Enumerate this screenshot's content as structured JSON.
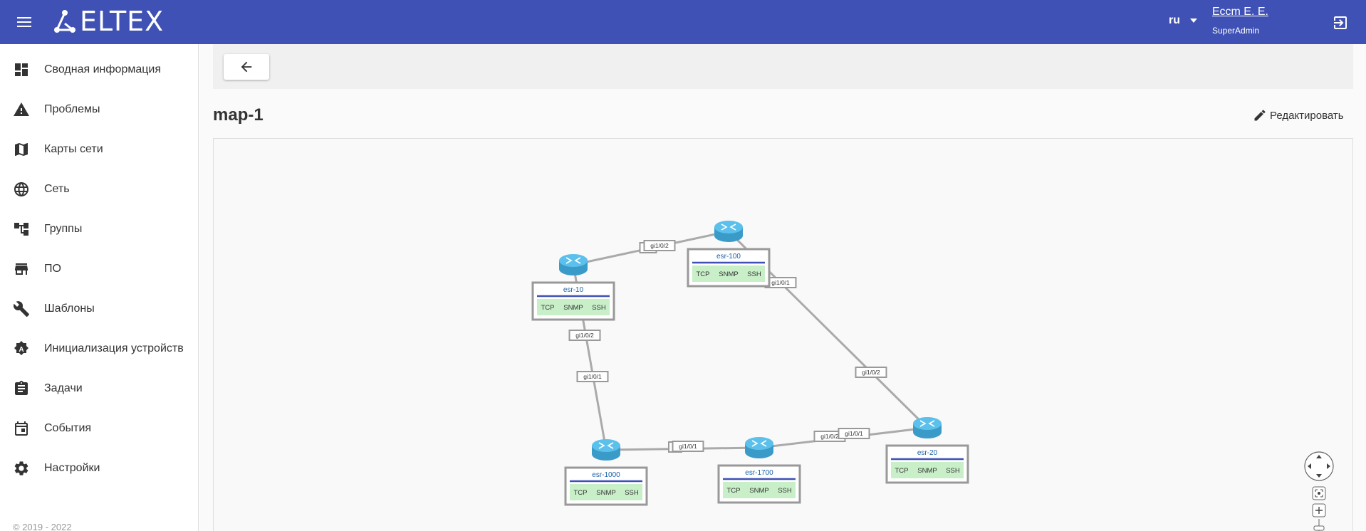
{
  "header": {
    "logo_text": "ELTEX",
    "language": "ru",
    "user_name": "Есcm Е. Е.",
    "user_role": "SuperAdmin"
  },
  "sidebar": {
    "items": [
      {
        "label": "Сводная информация",
        "icon": "dashboard-icon"
      },
      {
        "label": "Проблемы",
        "icon": "warning-icon"
      },
      {
        "label": "Карты сети",
        "icon": "map-icon"
      },
      {
        "label": "Сеть",
        "icon": "globe-icon"
      },
      {
        "label": "Группы",
        "icon": "groups-icon"
      },
      {
        "label": "ПО",
        "icon": "store-icon"
      },
      {
        "label": "Шаблоны",
        "icon": "wrench-icon"
      },
      {
        "label": "Инициализация устройств",
        "icon": "auto-init-icon"
      },
      {
        "label": "Задачи",
        "icon": "clipboard-icon"
      },
      {
        "label": "События",
        "icon": "calendar-icon"
      },
      {
        "label": "Настройки",
        "icon": "gear-icon"
      }
    ],
    "copyright": "© 2019 - 2022"
  },
  "page": {
    "title": "map-1",
    "edit_label": "Редактировать"
  },
  "map": {
    "devices": [
      {
        "id": "esr-10",
        "name": "esr-10",
        "services": [
          "TCP",
          "SNMP",
          "SSH"
        ]
      },
      {
        "id": "esr-100",
        "name": "esr-100",
        "services": [
          "TCP",
          "SNMP",
          "SSH"
        ]
      },
      {
        "id": "esr-20",
        "name": "esr-20",
        "services": [
          "TCP",
          "SNMP",
          "SSH"
        ]
      },
      {
        "id": "esr-1000",
        "name": "esr-1000",
        "services": [
          "TCP",
          "SNMP",
          "SSH"
        ]
      },
      {
        "id": "esr-1700",
        "name": "esr-1700",
        "services": [
          "TCP",
          "SNMP",
          "SSH"
        ]
      }
    ],
    "links": [
      {
        "from": "esr-10",
        "to": "esr-100",
        "from_port": "gi1",
        "to_port": "gi1/0/2"
      },
      {
        "from": "esr-100",
        "to": "esr-20",
        "from_port": "gi1/0/1",
        "to_port": "gi1/0/2"
      },
      {
        "from": "esr-10",
        "to": "esr-1000",
        "from_port": "gi1/0/2",
        "to_port": "gi1/0/1"
      },
      {
        "from": "esr-1000",
        "to": "esr-1700",
        "from_port": "gi",
        "to_port": "gi1/0/1"
      },
      {
        "from": "esr-1700",
        "to": "esr-20",
        "from_port": "gi1/0/2",
        "to_port": "gi1/0/1"
      }
    ],
    "colors": {
      "router": "#5bc0eb",
      "link": "#aaaaaa",
      "service_bg": "#c8efc8",
      "name_text": "#1a5fa8",
      "accent": "#3f51b5"
    }
  }
}
